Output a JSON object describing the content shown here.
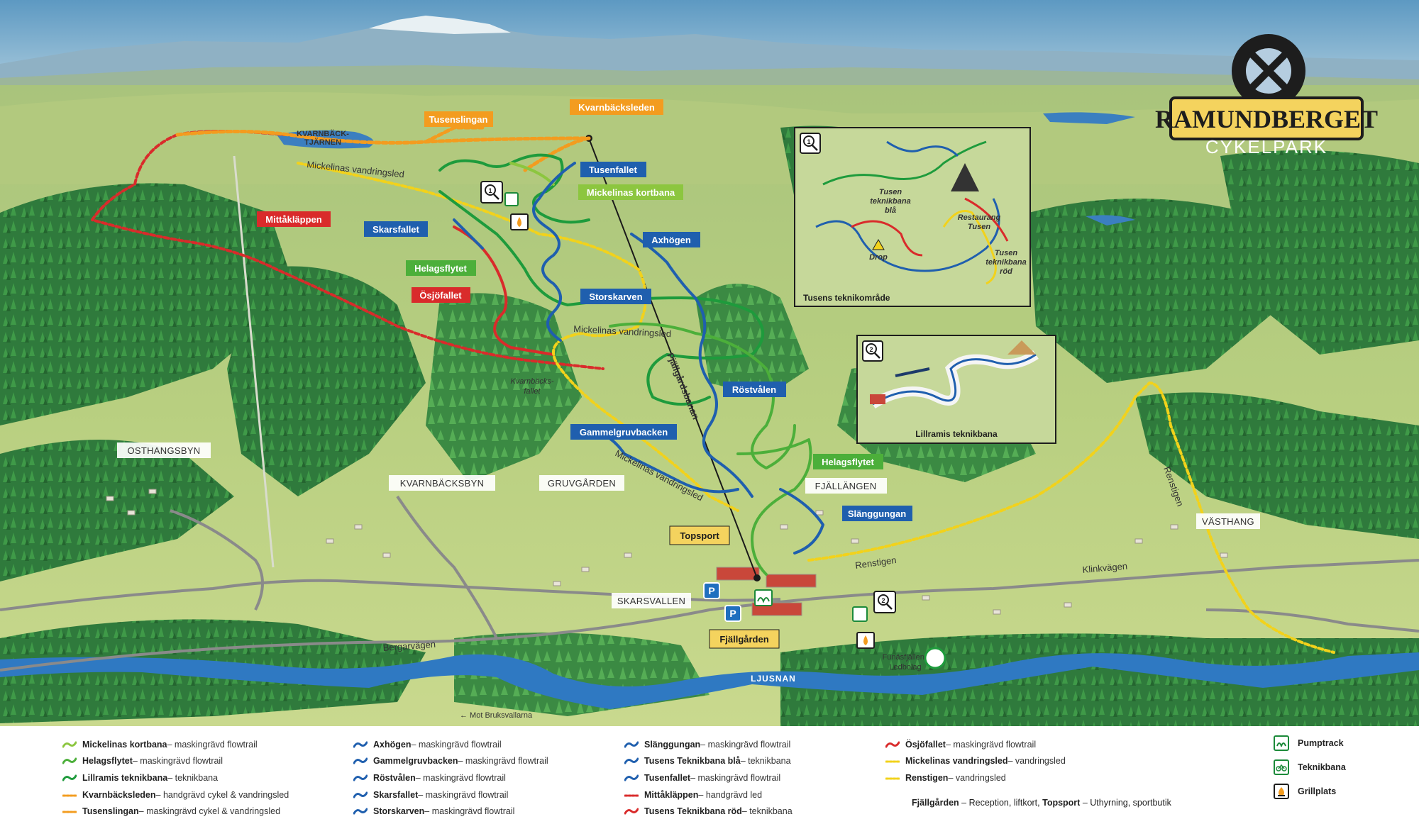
{
  "brand": {
    "name": "RAMUNDBERGET",
    "sub": "CYKELPARK"
  },
  "trail_labels": {
    "tusenslingan": "Tusenslingan",
    "kvarnbacksleden": "Kvarnbäcksleden",
    "tusenfallet": "Tusenfallet",
    "mickelinas_kortbana": "Mickelinas kortbana",
    "mittaklappen": "Mittåkläppen",
    "skarsfallet": "Skarsfallet",
    "axhogen": "Axhögen",
    "helagsflytet": "Helagsflytet",
    "osjofallet": "Ösjöfallet",
    "storskarven": "Storskarven",
    "rostvalen": "Röstvålen",
    "gammelgruvbacken": "Gammelgruvbacken",
    "helagsflytet2": "Helagsflytet",
    "slanggungan": "Slänggungan"
  },
  "places": {
    "osthangsbyn": "OSTHANGSBYN",
    "kvarnbacksbyn": "KVARNBÄCKSBYN",
    "gruvgarden": "GRUVGÅRDEN",
    "fjallangen": "FJÄLLÄNGEN",
    "vasthang": "VÄSTHANG",
    "skarsvallen": "SKARSVALLEN",
    "topsport": "Topsport",
    "fjallgarden": "Fjällgården",
    "lake1": "KVARNBÄCK-",
    "lake2": "TJÄRNEN",
    "ljusnan": "LJUSNAN"
  },
  "map_text": {
    "mickelinas_vandringsled_1": "Mickelinas vandringsled",
    "mickelinas_vandringsled_2": "Mickelinas vandringsled",
    "mickelinas_vandringsled_3": "Mickelinas vandringsled",
    "fjallgardsbanan": "Fjällgårdsbanan",
    "kvarnbacksfallet1": "Kvarnbäcks-",
    "kvarnbacksfallet2": "fallet",
    "renstigen1": "Renstigen",
    "renstigen2": "Renstigen",
    "klinkvagen": "Klinkvägen",
    "bergarvagen": "Bergarvägen",
    "mot_bruksvallarna": "← Mot Bruksvallarna",
    "ledbolag1": "Funäsfjällens",
    "ledbolag2": "Ledbolag"
  },
  "insets": {
    "tusen": {
      "num": "1",
      "caption": "Tusens teknikområde",
      "blue1": "Tusen",
      "blue2": "teknikbana",
      "blue3": "blå",
      "rest1": "Restaurang",
      "rest2": "Tusen",
      "red1": "Tusen",
      "red2": "teknikbana",
      "red3": "röd",
      "drop": "Drop"
    },
    "lillramis": {
      "num": "2",
      "caption": "Lillramis teknikbana"
    }
  },
  "markers": {
    "m1": "1",
    "m2": "2",
    "parking": "P"
  },
  "legend": {
    "col1": [
      {
        "name": "Mickelinas kortbana",
        "desc": " – maskingrävd flowtrail",
        "color": "#8cc63f",
        "style": "solid"
      },
      {
        "name": "Helagsflytet",
        "desc": " – maskingrävd flowtrail",
        "color": "#4caf3a",
        "style": "solid"
      },
      {
        "name": "Lillramis teknikbana",
        "desc": " – teknikbana",
        "color": "#1e9b3c",
        "style": "solid"
      },
      {
        "name": "Kvarnbäcksleden",
        "desc": " – handgrävd cykel & vandringsled",
        "color": "#f39c1f",
        "style": "dashed"
      },
      {
        "name": "Tusenslingan",
        "desc": " – maskingrävd cykel & vandringsled",
        "color": "#f39c1f",
        "style": "dashed"
      }
    ],
    "col2": [
      {
        "name": "Axhögen",
        "desc": " – maskingrävd flowtrail",
        "color": "#1f5fae",
        "style": "solid"
      },
      {
        "name": "Gammelgruvbacken",
        "desc": " – maskingrävd flowtrail",
        "color": "#1f5fae",
        "style": "solid"
      },
      {
        "name": "Röstvålen",
        "desc": " – maskingrävd flowtrail",
        "color": "#1f5fae",
        "style": "solid"
      },
      {
        "name": "Skarsfallet",
        "desc": " – maskingrävd flowtrail",
        "color": "#1f5fae",
        "style": "solid"
      },
      {
        "name": "Storskarven",
        "desc": " – maskingrävd flowtrail",
        "color": "#1f5fae",
        "style": "solid"
      }
    ],
    "col3": [
      {
        "name": "Slänggungan",
        "desc": " – maskingrävd flowtrail",
        "color": "#1f5fae",
        "style": "solid"
      },
      {
        "name": "Tusens Teknikbana blå",
        "desc": " – teknikbana",
        "color": "#1f5fae",
        "style": "solid"
      },
      {
        "name": "Tusenfallet",
        "desc": " – maskingrävd flowtrail",
        "color": "#1f5fae",
        "style": "solid"
      },
      {
        "name": "Mittåkläppen",
        "desc": " – handgrävd led",
        "color": "#d92b2b",
        "style": "dashed"
      },
      {
        "name": "Tusens Teknikbana röd",
        "desc": " – teknikbana",
        "color": "#d92b2b",
        "style": "solid"
      }
    ],
    "col4": [
      {
        "name": "Ösjöfallet",
        "desc": " – maskingrävd flowtrail",
        "color": "#d92b2b",
        "style": "solid"
      },
      {
        "name": "Mickelinas vandringsled",
        "desc": " – vandringsled",
        "color": "#f2d21b",
        "style": "dashed"
      },
      {
        "name": "Renstigen",
        "desc": " – vandringsled",
        "color": "#f2d21b",
        "style": "dashed"
      }
    ],
    "icons": [
      {
        "label": "Pumptrack",
        "icon": "pumptrack-icon"
      },
      {
        "label": "Teknikbana",
        "icon": "bike-icon"
      },
      {
        "label": "Grillplats",
        "icon": "fire-icon"
      }
    ],
    "footer": {
      "a_bold": "Fjällgården",
      "a_text": " – Reception, liftkort, ",
      "b_bold": "Topsport",
      "b_text": " – Uthyrning, sportbutik"
    }
  },
  "colors": {
    "green_dark": "#1e9b3c",
    "green_light": "#8cc63f",
    "blue": "#1f5fae",
    "red": "#d92b2b",
    "orange": "#f39c1f",
    "yellow": "#f2d21b",
    "brand_yellow": "#f4d35e"
  }
}
